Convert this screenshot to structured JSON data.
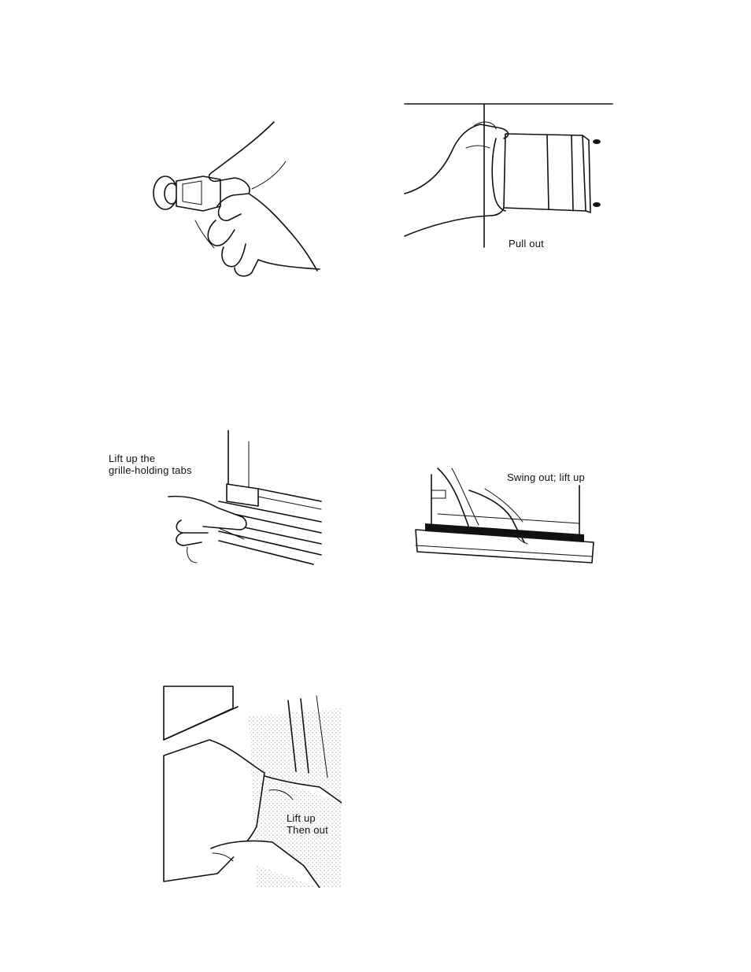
{
  "figures": [
    {
      "id": "knob",
      "caption": ""
    },
    {
      "id": "pull-out",
      "caption": "Pull out"
    },
    {
      "id": "tabs",
      "caption_lines": [
        "Lift up the",
        "grille-holding tabs"
      ]
    },
    {
      "id": "swing",
      "caption": "Swing out; lift up"
    },
    {
      "id": "filter",
      "caption_lines": [
        "Lift up",
        "Then out"
      ]
    }
  ]
}
